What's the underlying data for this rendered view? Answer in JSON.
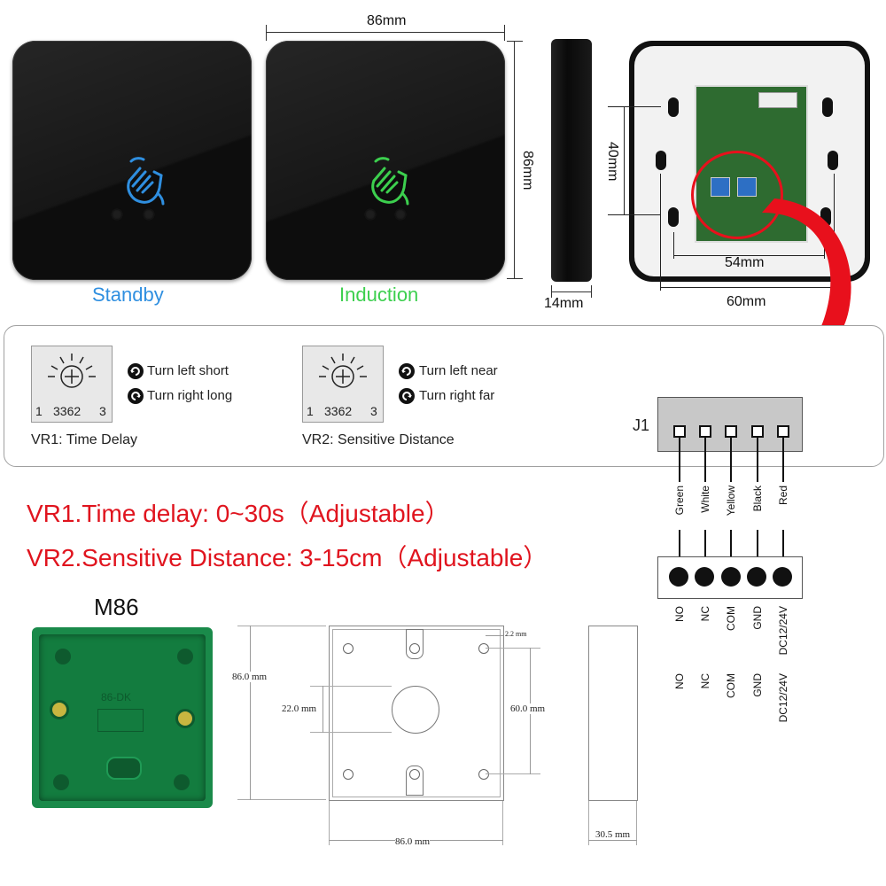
{
  "top": {
    "standby_label": "Standby",
    "induction_label": "Induction",
    "width_label": "86mm",
    "height_label": "86mm",
    "depth_label": "14mm",
    "hole_vertical_label": "40mm",
    "hole_54_label": "54mm",
    "hole_60_label": "60mm"
  },
  "panel": {
    "vr1": {
      "pot_pin_left": "1",
      "pot_model": "3362",
      "pot_pin_right": "3",
      "turn_left": "Turn left short",
      "turn_right": "Turn right long",
      "caption": "VR1: Time Delay"
    },
    "vr2": {
      "pot_pin_left": "1",
      "pot_model": "3362",
      "pot_pin_right": "3",
      "turn_left": "Turn left near",
      "turn_right": "Turn right far",
      "caption": "VR2: Sensitive Distance"
    },
    "connector_label": "J1"
  },
  "wires": [
    "Green",
    "White",
    "Yellow",
    "Black",
    "Red"
  ],
  "terminals": [
    "NO",
    "NC",
    "COM",
    "GND",
    "DC12/24V"
  ],
  "terminals_repeat": [
    "NO",
    "NC",
    "COM",
    "GND",
    "DC12/24V"
  ],
  "specs": {
    "line1": "VR1.Time delay: 0~30s（Adjustable）",
    "line2": "VR2.Sensitive Distance: 3-15cm（Adjustable）"
  },
  "box": {
    "title": "M86",
    "embossed": "86-DK"
  },
  "drawing": {
    "height": "86.0 mm",
    "hole_offset": "22.0 mm",
    "hole_spacing": "60.0 mm",
    "slot": "2.2 mm",
    "width": "86.0 mm",
    "depth": "30.5 mm"
  },
  "colors": {
    "standby_text": "#2f8fe0",
    "induction_text": "#3ccf4e",
    "spec_text": "#e0141e",
    "arrow": "#e8101c",
    "box_green": "#1a8a4a"
  }
}
